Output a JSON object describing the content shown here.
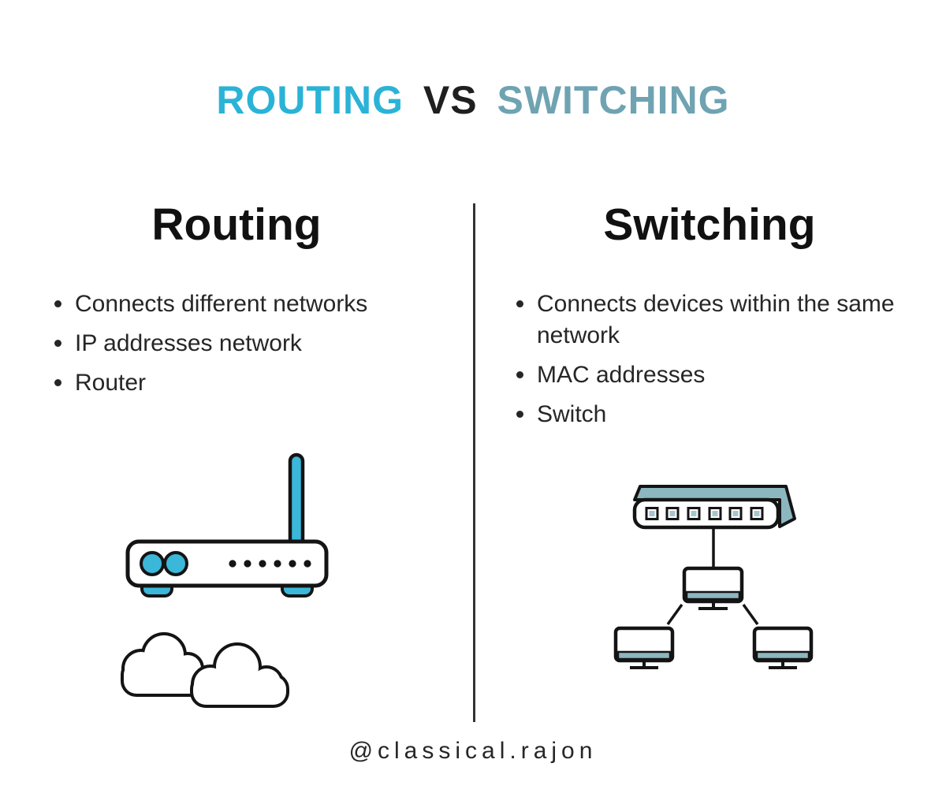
{
  "title": {
    "part_routing": "ROUTING",
    "part_vs": "VS",
    "part_switching": "SWITCHING"
  },
  "left_column": {
    "heading": "Routing",
    "bullets": [
      "Connects different networks",
      "IP addresses network",
      "Router"
    ],
    "illustrations": [
      "router-icon",
      "clouds-icon"
    ]
  },
  "right_column": {
    "heading": "Switching",
    "bullets": [
      "Connects devices within the same network",
      "MAC addresses",
      "Switch"
    ],
    "illustrations": [
      "switch-network-icon"
    ]
  },
  "footer": {
    "handle": "@classical.rajon"
  },
  "colors": {
    "page_bg": "#ffffff",
    "routing_accent": "#2ab3d7",
    "switching_accent": "#6fa3b2",
    "vs_color": "#1f1f1f",
    "heading_color": "#111111",
    "text_color": "#262626",
    "divider_color": "#333333",
    "outline_color": "#141414",
    "illustration_cyan": "#3bb7d9",
    "illustration_teal": "#8cb7c0",
    "illustration_teal_light": "#a5c6cc"
  }
}
